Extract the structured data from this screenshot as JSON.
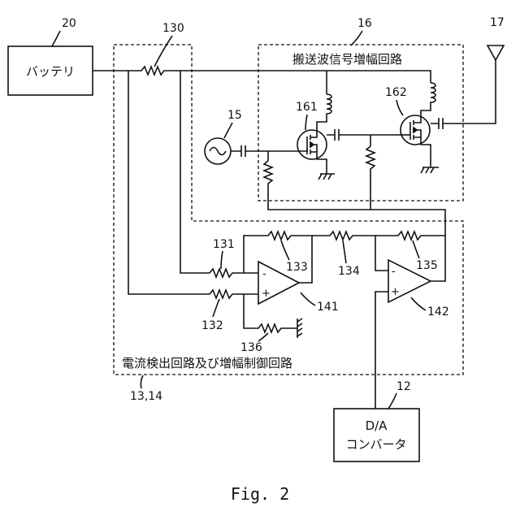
{
  "labels": {
    "battery": "バッテリ",
    "dac_line1": "D/A",
    "dac_line2": "コンバータ",
    "amp_circuit_title": "搬送波信号増幅回路",
    "detect_circuit_title": "電流検出回路及び増幅制御回路"
  },
  "refs": {
    "battery": "20",
    "shunt": "130",
    "amp_circuit": "16",
    "antenna": "17",
    "source": "15",
    "fet1": "161",
    "fet2": "162",
    "r131": "131",
    "r132": "132",
    "r133": "133",
    "r134": "134",
    "r135": "135",
    "r136": "136",
    "opamp1": "141",
    "opamp2": "142",
    "detect_circuit": "13,14",
    "dac": "12"
  },
  "opamp_signs": {
    "minus": "-",
    "plus": "+"
  },
  "caption": "Fig. 2"
}
